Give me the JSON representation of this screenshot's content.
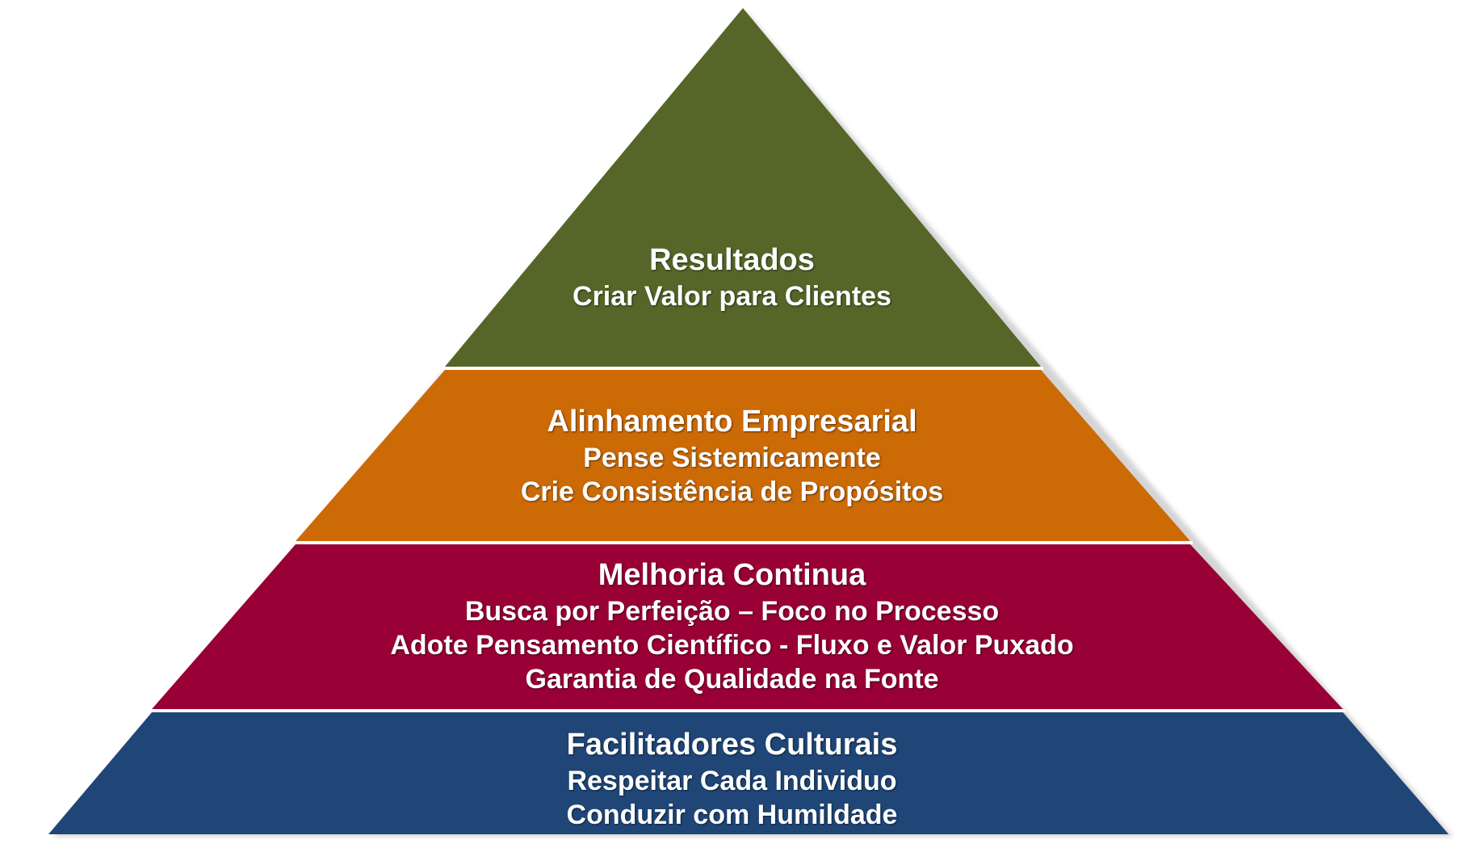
{
  "pyramid": {
    "tiers": [
      {
        "title": "Resultados",
        "lines": [
          "Criar Valor para Clientes"
        ],
        "color": "#566528"
      },
      {
        "title": "Alinhamento Empresarial",
        "lines": [
          "Pense Sistemicamente",
          "Crie Consistência de Propósitos"
        ],
        "color": "#cc6a06"
      },
      {
        "title": "Melhoria Continua",
        "lines": [
          "Busca por Perfeição – Foco no Processo",
          "Adote Pensamento Científico - Fluxo e Valor Puxado",
          "Garantia de Qualidade na Fonte"
        ],
        "color": "#990036"
      },
      {
        "title": "Facilitadores Culturais",
        "lines": [
          "Respeitar Cada Individuo",
          "Conduzir com Humildade"
        ],
        "color": "#1f4677"
      }
    ]
  }
}
